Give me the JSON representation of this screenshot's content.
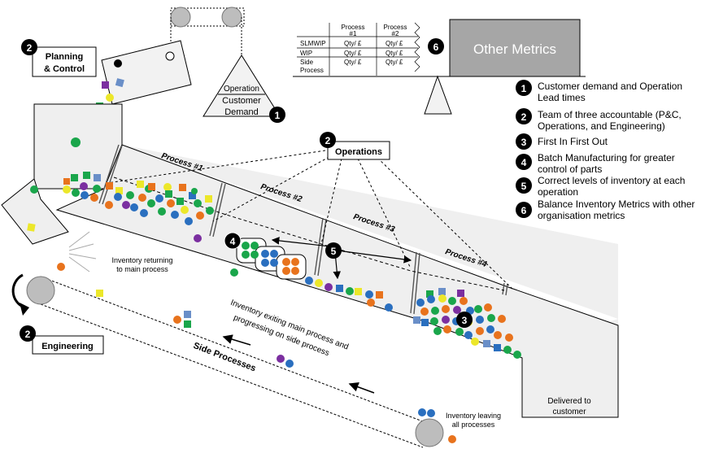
{
  "planning": {
    "badge": "2",
    "label1": "Planning",
    "label2": "& Control"
  },
  "engineering": {
    "badge": "2",
    "label": "Engineering"
  },
  "operations": {
    "badge": "2",
    "label": "Operations"
  },
  "demand": {
    "line1": "Operation",
    "line2": "Customer",
    "line3": "Demand",
    "badge": "1"
  },
  "metrics": {
    "badge": "6",
    "title": "Other Metrics",
    "table": {
      "col1a": "Process",
      "col1b": "#1",
      "col2a": "Process",
      "col2b": "#2",
      "rows": [
        {
          "label": "SLMWIP",
          "c1": "Qty/ £",
          "c2": "Qty/ £"
        },
        {
          "label": "WIP",
          "c1": "Qty/ £",
          "c2": "Qty/ £"
        },
        {
          "label": "Side",
          "label2": "Process",
          "c1": "Qty/ £",
          "c2": "Qty/ £"
        }
      ]
    }
  },
  "process_labels": [
    "Process #1",
    "Process #2",
    "Process #3",
    "Process #4"
  ],
  "annotations": {
    "returning1": "Inventory returning",
    "returning2": "to main process",
    "exiting1": "Inventory exiting main process and",
    "exiting2": "progressing on side process",
    "side": "Side Processes",
    "leaving1": "Inventory leaving",
    "leaving2": "all processes",
    "delivered1": "Delivered to",
    "delivered2": "customer"
  },
  "markers": {
    "batch": "4",
    "levels": "5",
    "fifo": "3"
  },
  "legend": [
    {
      "num": "1",
      "line1": "Customer demand and Operation",
      "line2": "Lead times"
    },
    {
      "num": "2",
      "line1": "Team of three accountable (P&C,",
      "line2": "Operations, and Engineering)"
    },
    {
      "num": "3",
      "line1": "First In First Out",
      "line2": ""
    },
    {
      "num": "4",
      "line1": "Batch Manufacturing for greater",
      "line2": "control of parts"
    },
    {
      "num": "5",
      "line1": "Correct levels of inventory at each",
      "line2": "operation"
    },
    {
      "num": "6",
      "line1": "Balance Inventory Metrics with other",
      "line2": "organisation metrics"
    }
  ],
  "colors": {
    "green": "#1aa64b",
    "orange": "#e8731d",
    "blue": "#2a6fbf",
    "purple": "#7b2fa0",
    "yellow": "#ece72a",
    "lightblue": "#6a8fc8",
    "belt": "#efefef",
    "metricbox": "#a6a6a6"
  }
}
